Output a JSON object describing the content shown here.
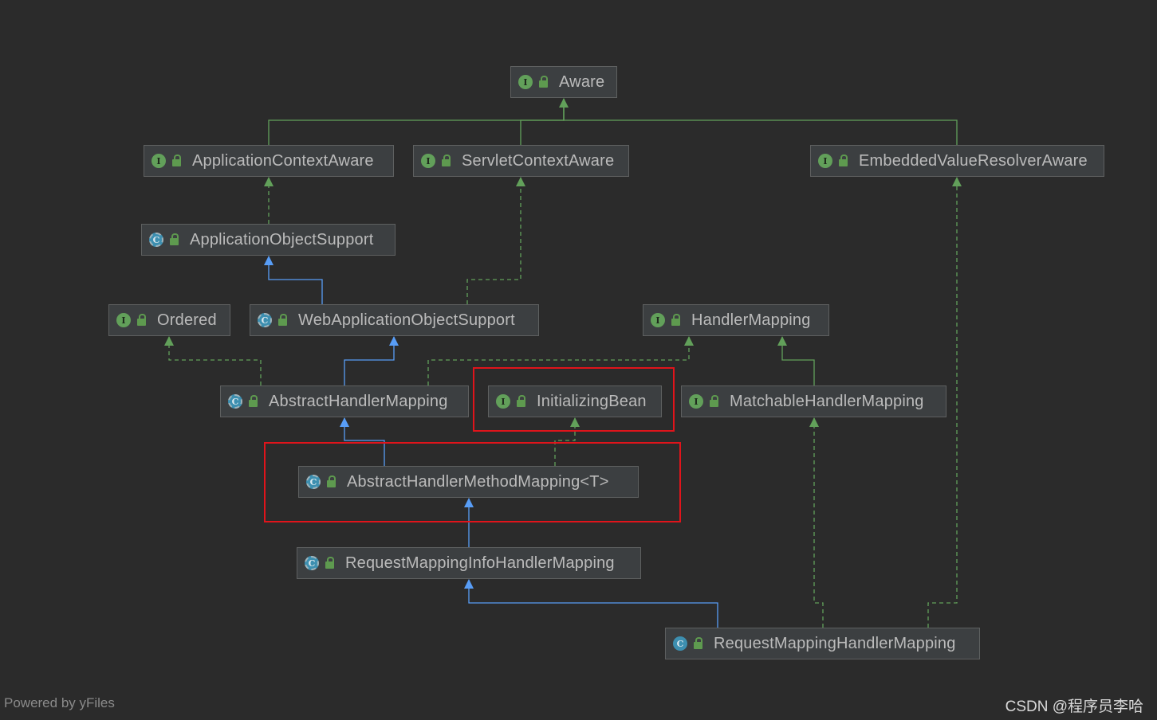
{
  "diagram": {
    "nodes": [
      {
        "id": "aware",
        "label": "Aware",
        "kind": "interface"
      },
      {
        "id": "application-context-aware",
        "label": "ApplicationContextAware",
        "kind": "interface"
      },
      {
        "id": "servlet-context-aware",
        "label": "ServletContextAware",
        "kind": "interface"
      },
      {
        "id": "embedded-value-resolver-aware",
        "label": "EmbeddedValueResolverAware",
        "kind": "interface"
      },
      {
        "id": "application-object-support",
        "label": "ApplicationObjectSupport",
        "kind": "abstract"
      },
      {
        "id": "ordered",
        "label": "Ordered",
        "kind": "interface"
      },
      {
        "id": "web-application-object-support",
        "label": "WebApplicationObjectSupport",
        "kind": "abstract"
      },
      {
        "id": "handler-mapping",
        "label": "HandlerMapping",
        "kind": "interface"
      },
      {
        "id": "abstract-handler-mapping",
        "label": "AbstractHandlerMapping",
        "kind": "abstract"
      },
      {
        "id": "initializing-bean",
        "label": "InitializingBean",
        "kind": "interface"
      },
      {
        "id": "matchable-handler-mapping",
        "label": "MatchableHandlerMapping",
        "kind": "interface"
      },
      {
        "id": "abstract-handler-method-mapping",
        "label": "AbstractHandlerMethodMapping<T>",
        "kind": "abstract"
      },
      {
        "id": "request-mapping-info-handler-mapping",
        "label": "RequestMappingInfoHandlerMapping",
        "kind": "abstract"
      },
      {
        "id": "request-mapping-handler-mapping",
        "label": "RequestMappingHandlerMapping",
        "kind": "class"
      }
    ],
    "edges": [
      {
        "from": "application-context-aware",
        "to": "aware",
        "type": "extends-interface"
      },
      {
        "from": "servlet-context-aware",
        "to": "aware",
        "type": "extends-interface"
      },
      {
        "from": "embedded-value-resolver-aware",
        "to": "aware",
        "type": "extends-interface"
      },
      {
        "from": "application-object-support",
        "to": "application-context-aware",
        "type": "implements"
      },
      {
        "from": "web-application-object-support",
        "to": "application-object-support",
        "type": "extends"
      },
      {
        "from": "web-application-object-support",
        "to": "servlet-context-aware",
        "type": "implements"
      },
      {
        "from": "abstract-handler-mapping",
        "to": "ordered",
        "type": "implements"
      },
      {
        "from": "abstract-handler-mapping",
        "to": "web-application-object-support",
        "type": "extends"
      },
      {
        "from": "abstract-handler-mapping",
        "to": "handler-mapping",
        "type": "implements"
      },
      {
        "from": "matchable-handler-mapping",
        "to": "handler-mapping",
        "type": "extends-interface"
      },
      {
        "from": "abstract-handler-method-mapping",
        "to": "abstract-handler-mapping",
        "type": "extends"
      },
      {
        "from": "abstract-handler-method-mapping",
        "to": "initializing-bean",
        "type": "implements"
      },
      {
        "from": "request-mapping-info-handler-mapping",
        "to": "abstract-handler-method-mapping",
        "type": "extends"
      },
      {
        "from": "request-mapping-handler-mapping",
        "to": "request-mapping-info-handler-mapping",
        "type": "extends"
      },
      {
        "from": "request-mapping-handler-mapping",
        "to": "matchable-handler-mapping",
        "type": "implements"
      },
      {
        "from": "request-mapping-handler-mapping",
        "to": "embedded-value-resolver-aware",
        "type": "implements"
      }
    ],
    "highlighted": [
      "initializing-bean",
      "abstract-handler-method-mapping"
    ],
    "badge_letters": {
      "interface": "I",
      "class": "C",
      "abstract": "C"
    },
    "colors": {
      "background": "#2b2b2b",
      "node_fill": "#3c3f41",
      "interface_edge": "#62a05a",
      "class_edge": "#589df6",
      "highlight": "#e0141b"
    }
  },
  "footer": {
    "powered_by": "Powered by yFiles",
    "watermark": "CSDN @程序员李哈"
  }
}
